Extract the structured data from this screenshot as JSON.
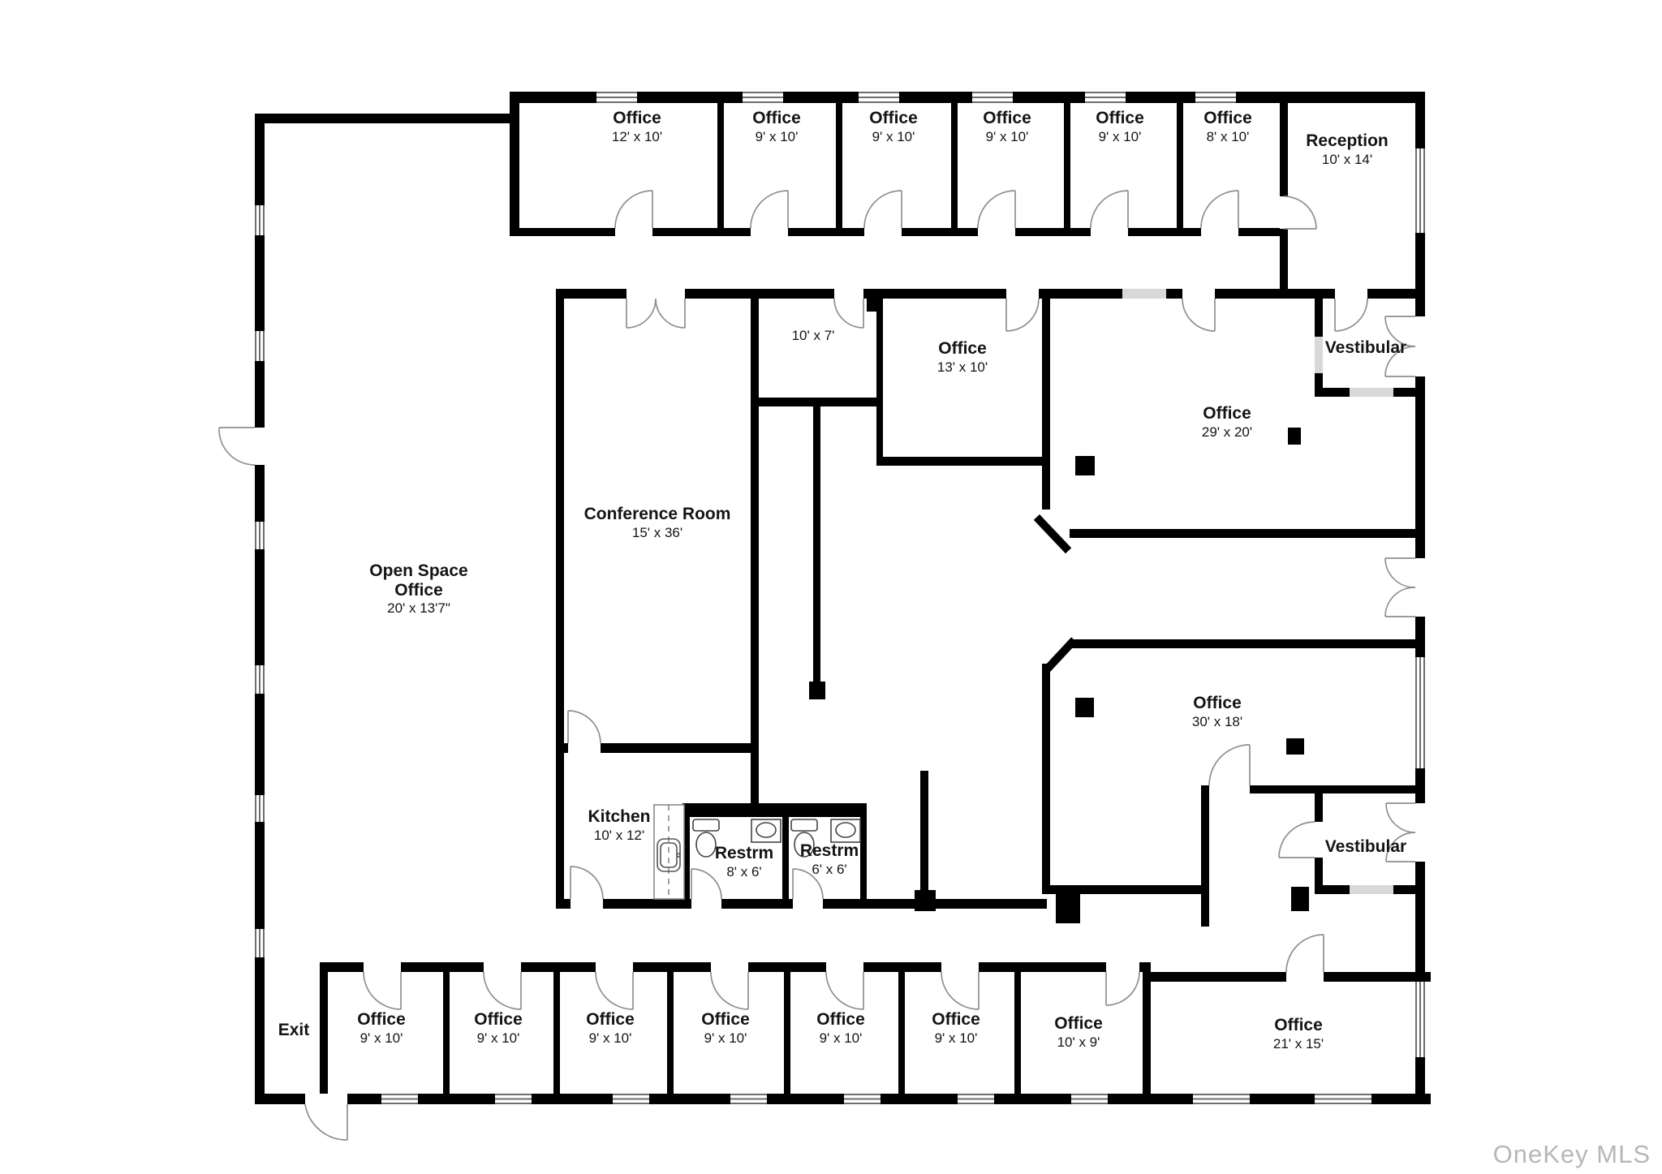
{
  "plan": {
    "type": "office-floor-plan"
  },
  "rooms": [
    {
      "name": "Office",
      "dims": "12' x 10'"
    },
    {
      "name": "Office",
      "dims": "9' x 10'"
    },
    {
      "name": "Office",
      "dims": "9' x 10'"
    },
    {
      "name": "Office",
      "dims": "9' x 10'"
    },
    {
      "name": "Office",
      "dims": "9' x 10'"
    },
    {
      "name": "Office",
      "dims": "8' x 10'"
    },
    {
      "name": "Reception",
      "dims": "10' x 14'"
    },
    {
      "name": "",
      "dims": "10' x 7'"
    },
    {
      "name": "Office",
      "dims": "13' x 10'"
    },
    {
      "name": "Vestibular",
      "dims": ""
    },
    {
      "name": "Office",
      "dims": "29' x 20'"
    },
    {
      "name": "Conference Room",
      "dims": "15' x 36'"
    },
    {
      "name": "Open Space",
      "name2": "Office",
      "dims": "20' x 13'7\""
    },
    {
      "name": "Office",
      "dims": "30' x 18'"
    },
    {
      "name": "Kitchen",
      "dims": "10' x 12'"
    },
    {
      "name": "Restrm",
      "dims": "8' x 6'"
    },
    {
      "name": "Restrm",
      "dims": "6' x 6'"
    },
    {
      "name": "Vestibular",
      "dims": ""
    },
    {
      "name": "Exit",
      "dims": ""
    },
    {
      "name": "Office",
      "dims": "9' x 10'"
    },
    {
      "name": "Office",
      "dims": "9' x 10'"
    },
    {
      "name": "Office",
      "dims": "9' x 10'"
    },
    {
      "name": "Office",
      "dims": "9' x 10'"
    },
    {
      "name": "Office",
      "dims": "9' x 10'"
    },
    {
      "name": "Office",
      "dims": "9' x 10'"
    },
    {
      "name": "Office",
      "dims": "10' x 9'"
    },
    {
      "name": "Office",
      "dims": "21' x 15'"
    }
  ],
  "watermark": "OneKey MLS"
}
